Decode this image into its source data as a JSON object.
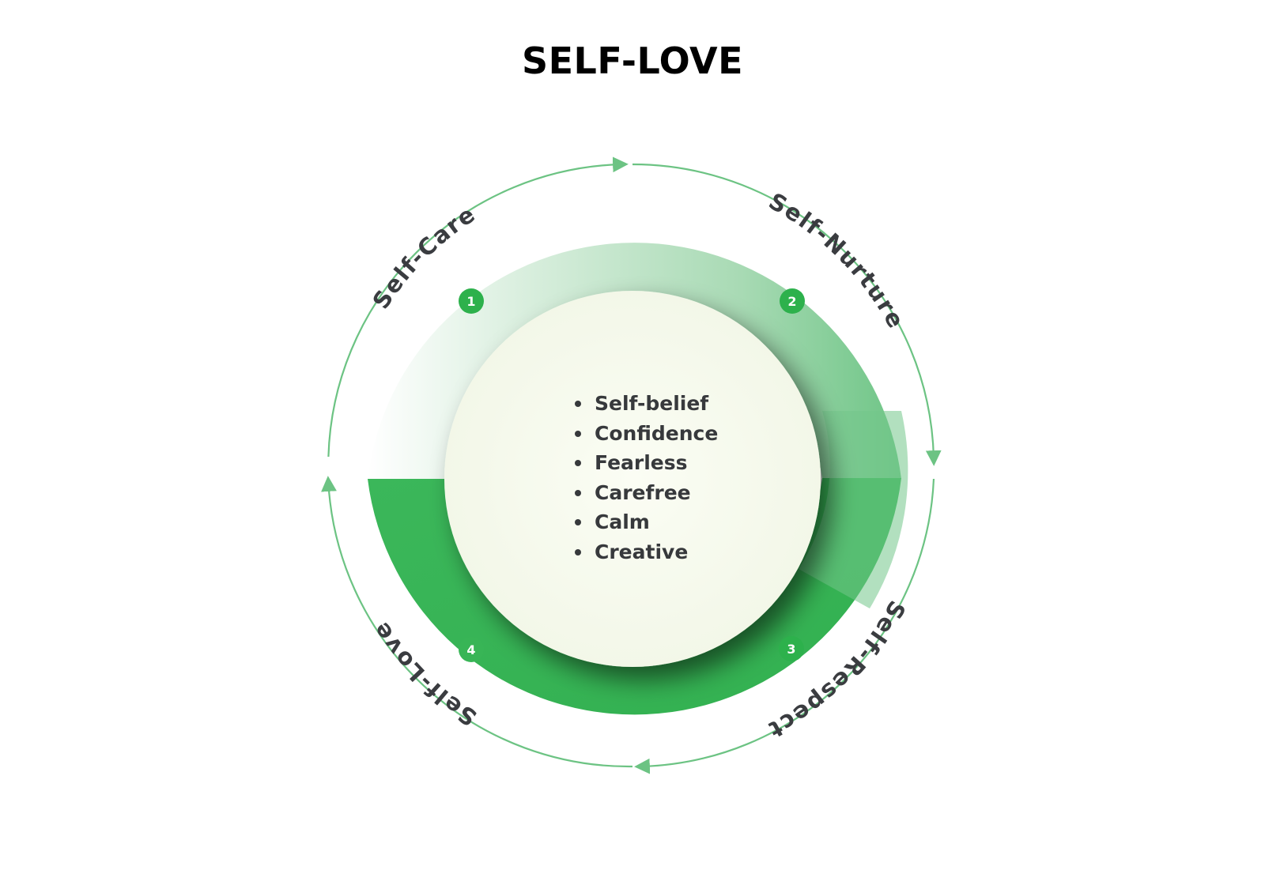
{
  "title": "SELF-LOVE",
  "colors": {
    "accent_dark": "#2db14c",
    "accent_light": "#cfe9d6",
    "ring_line": "#6cc383",
    "inner_circle": "#f6f9ec",
    "text": "#3a3c40"
  },
  "stages": [
    {
      "number": "1",
      "label": "Self-Care"
    },
    {
      "number": "2",
      "label": "Self-Nurture"
    },
    {
      "number": "3",
      "label": "Self-Respect"
    },
    {
      "number": "4",
      "label": "Self-Love"
    }
  ],
  "center_items": [
    "Self-belief",
    "Confidence",
    "Fearless",
    "Carefree",
    "Calm",
    "Creative"
  ]
}
